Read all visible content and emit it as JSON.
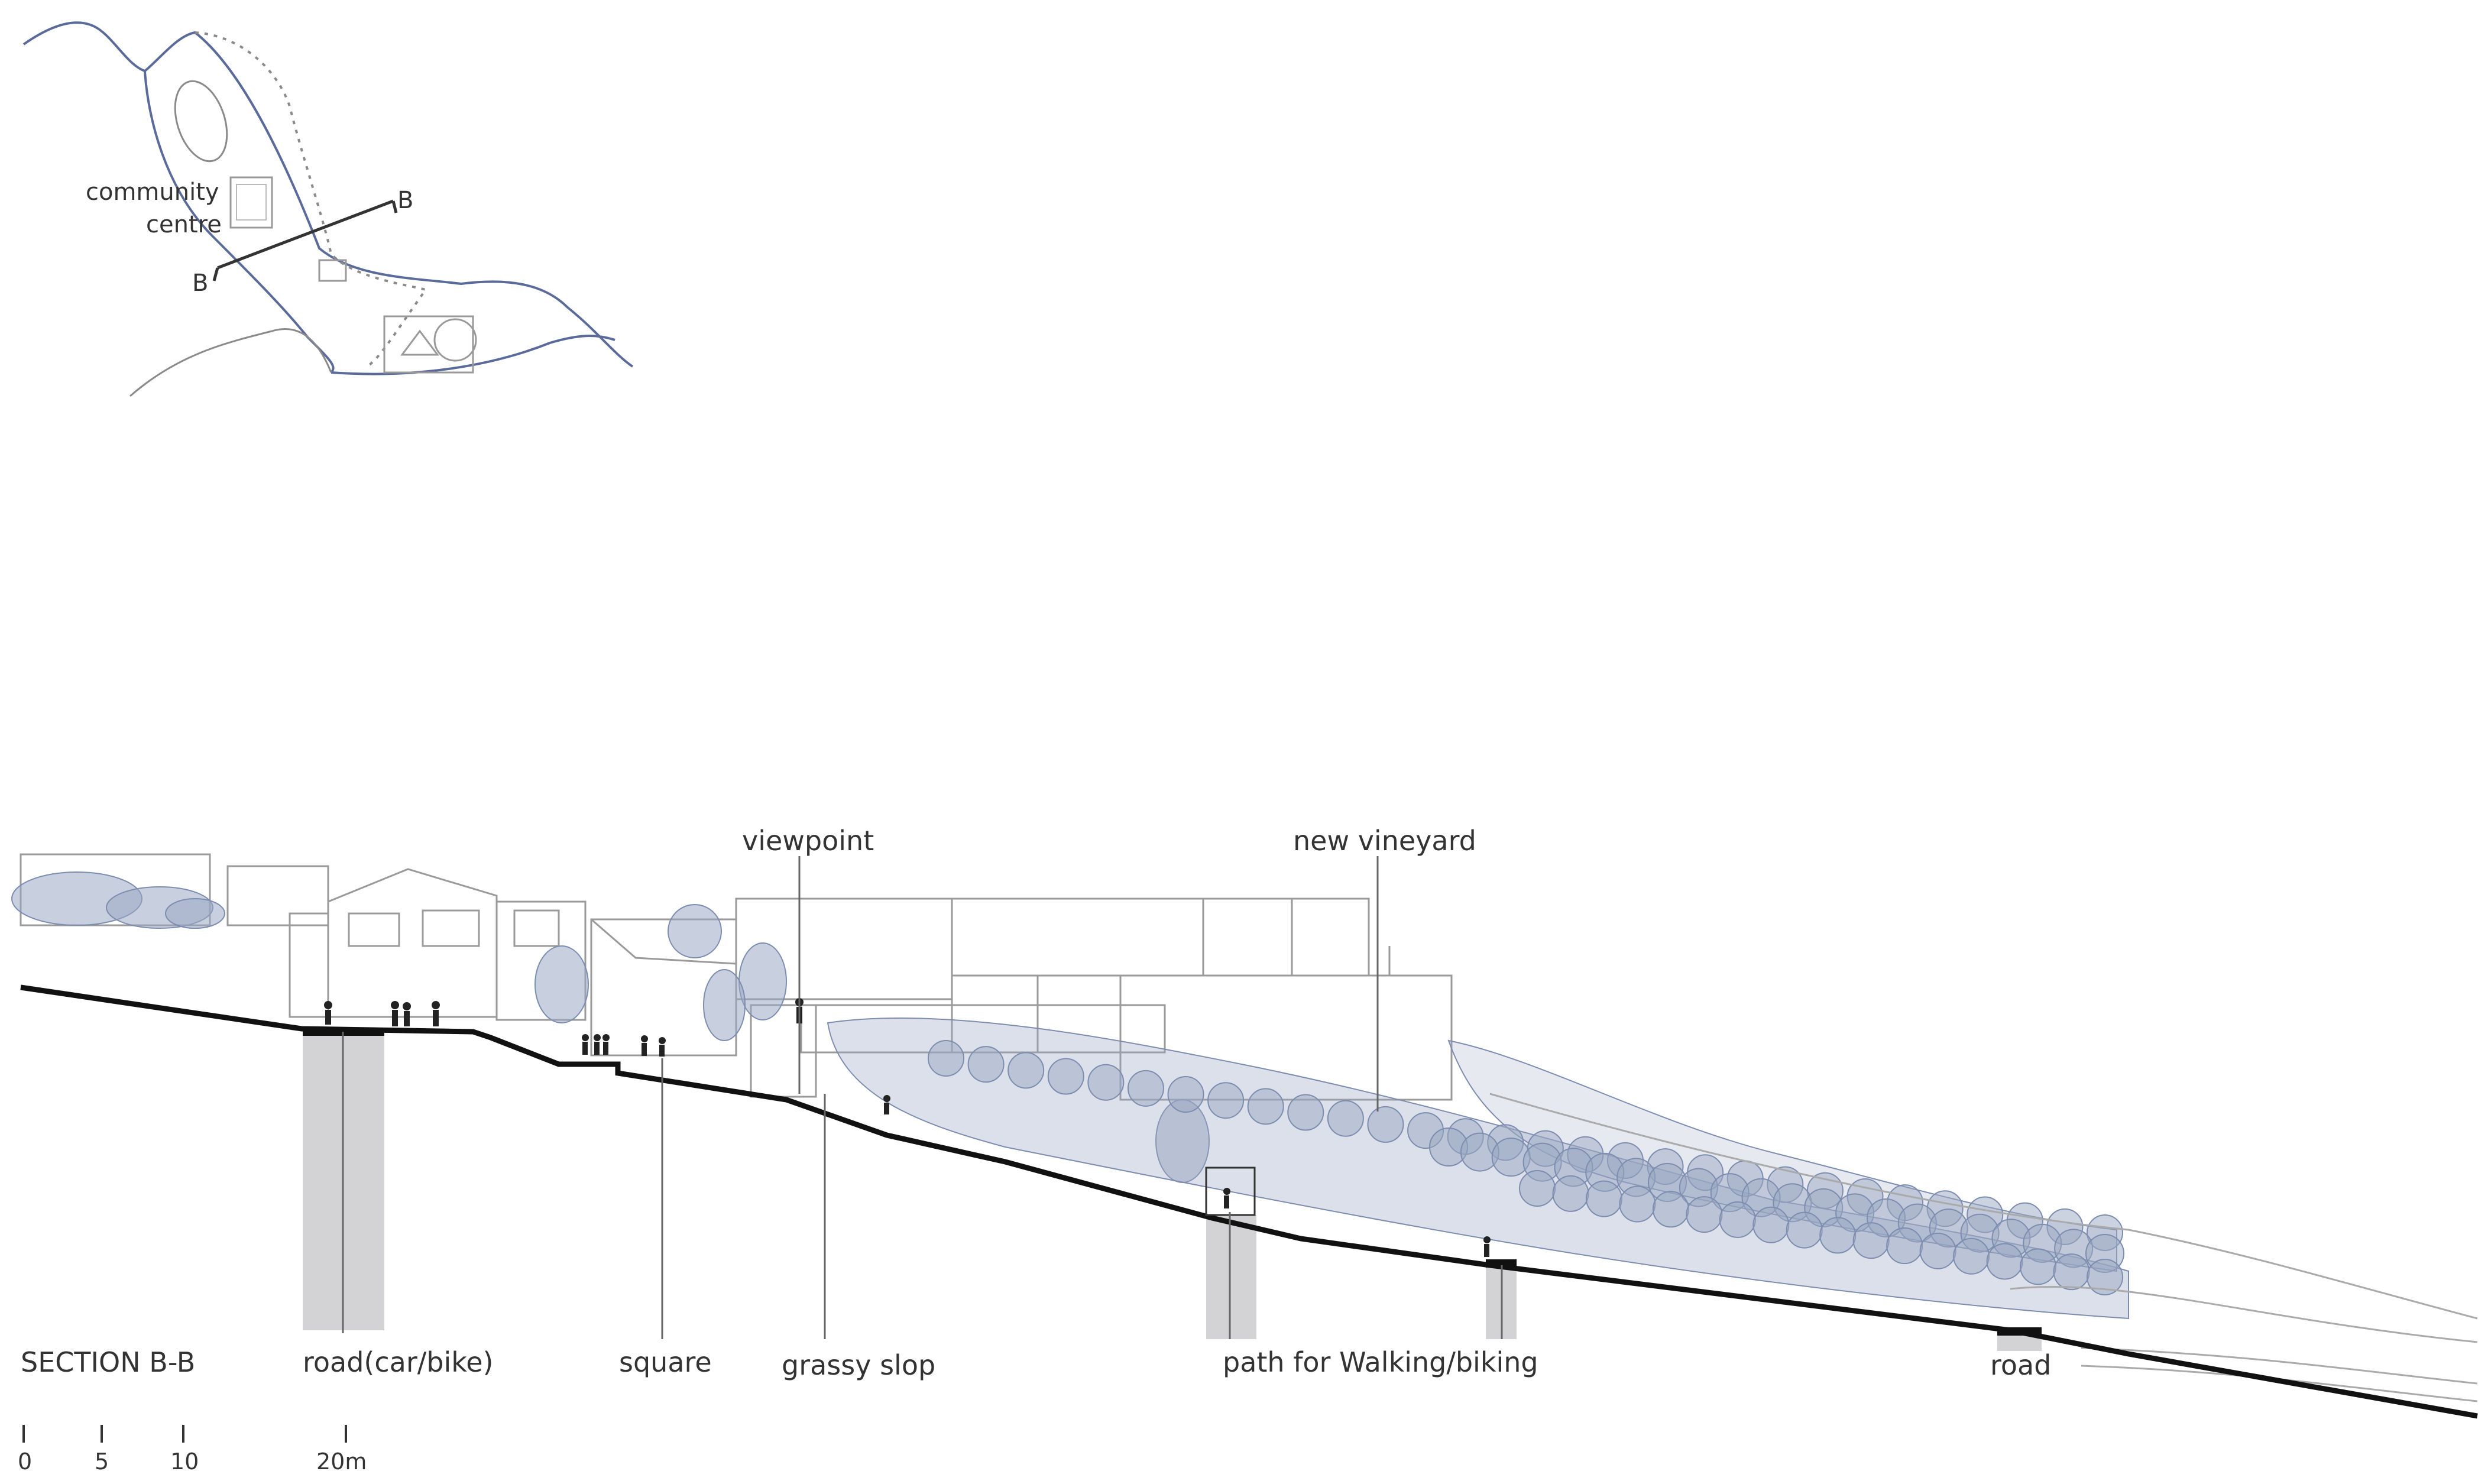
{
  "key_map": {
    "label_community": [
      "community",
      "centre"
    ],
    "section_mark": "B"
  },
  "section": {
    "title": "SECTION B-B",
    "labels": {
      "viewpoint": "viewpoint",
      "new_vineyard": "new vineyard",
      "road_car_bike": "road(car/bike)",
      "square": "square",
      "grassy_slop": "grassy slop",
      "path": "path for Walking/biking",
      "road": "road"
    }
  },
  "scale_bar": {
    "ticks": [
      "0",
      "5",
      "10",
      "20m"
    ]
  },
  "colors": {
    "ground": "#111111",
    "outline": "#8a8a8a",
    "foliage": "#9aa7c2",
    "foundation": "#d3d3d6",
    "leader": "#666666",
    "map_line": "#5a6a9a"
  }
}
